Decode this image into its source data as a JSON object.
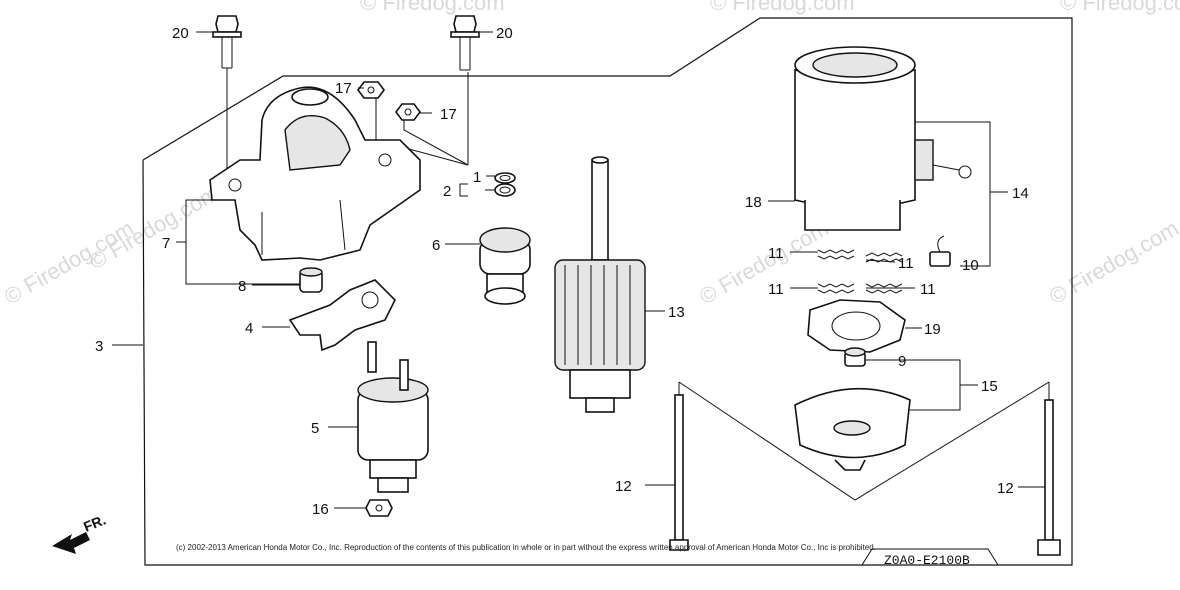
{
  "diagram": {
    "callouts": [
      "20",
      "20",
      "17",
      "17",
      "1",
      "2",
      "7",
      "6",
      "8",
      "4",
      "3",
      "5",
      "16",
      "13",
      "18",
      "14",
      "11",
      "11",
      "11",
      "11",
      "10",
      "19",
      "9",
      "15",
      "12",
      "12"
    ],
    "copyright": "(c) 2002-2013 American Honda Motor Co., Inc. Reproduction of the contents of this publication in whole or in part without the express written approval of American Honda Motor Co., Inc is prohibited.",
    "diagram_code": "Z0A0-E2100B",
    "front_marker": "FR.",
    "watermark": "© Firedog.com"
  }
}
